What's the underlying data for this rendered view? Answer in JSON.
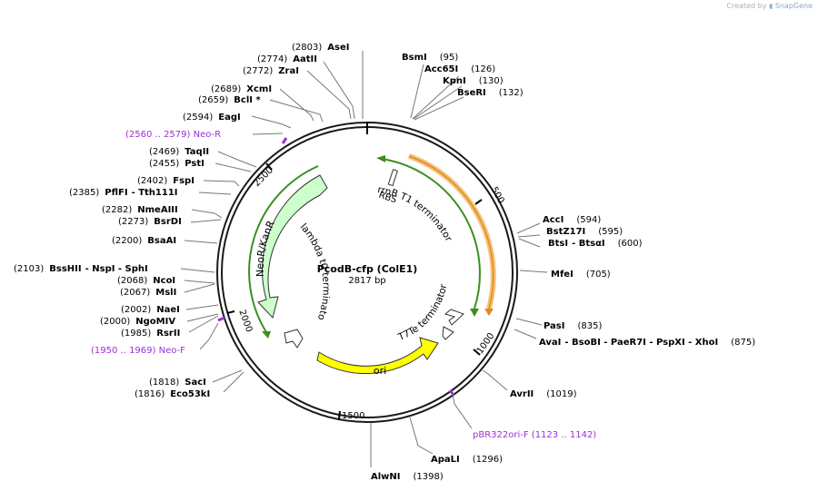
{
  "credit": {
    "created_by": "Created by",
    "brand": "SnapGene"
  },
  "plasmid": {
    "name": "PcodB-cfp  (ColE1)",
    "size": "2817 bp"
  },
  "ticks": [
    "500",
    "1000",
    "1500",
    "2000",
    "2500"
  ],
  "features": {
    "rbs": "RBS",
    "rrnb": "rrnB T1 terminator",
    "t7te": "T7Te terminator",
    "ori": "ori",
    "lambda": "lambda t0 terminator",
    "neor": "NeoR/KanR"
  },
  "sites": [
    {
      "pos": "(2803)",
      "name": "AseI"
    },
    {
      "pos": "(2774)",
      "name": "AatII"
    },
    {
      "pos": "(2772)",
      "name": "ZraI"
    },
    {
      "pos": "(2689)",
      "name": "XcmI"
    },
    {
      "pos": "(2659)",
      "name": "BclI *"
    },
    {
      "pos": "(2594)",
      "name": "EagI"
    },
    {
      "pos": "(2469)",
      "name": "TaqII"
    },
    {
      "pos": "(2455)",
      "name": "PstI"
    },
    {
      "pos": "(2402)",
      "name": "FspI"
    },
    {
      "pos": "(2385)",
      "name": "PflFI",
      "extra": "-  Tth111I"
    },
    {
      "pos": "(2282)",
      "name": "NmeAIII"
    },
    {
      "pos": "(2273)",
      "name": "BsrDI"
    },
    {
      "pos": "(2200)",
      "name": "BsaAI"
    },
    {
      "pos": "(2103)",
      "name": "BssHII",
      "extra": "-  NspI   -  SphI"
    },
    {
      "pos": "(2068)",
      "name": "NcoI"
    },
    {
      "pos": "(2067)",
      "name": "MslI"
    },
    {
      "pos": "(2002)",
      "name": "NaeI"
    },
    {
      "pos": "(2000)",
      "name": "NgoMIV"
    },
    {
      "pos": "(1985)",
      "name": "RsrII"
    },
    {
      "pos": "(1818)",
      "name": "SacI"
    },
    {
      "pos": "(1816)",
      "name": "Eco53kI"
    },
    {
      "pos": "(95)",
      "name": "BsmI"
    },
    {
      "pos": "(126)",
      "name": "Acc65I"
    },
    {
      "pos": "(130)",
      "name": "KpnI"
    },
    {
      "pos": "(132)",
      "name": "BseRI"
    },
    {
      "pos": "(594)",
      "name": "AccI"
    },
    {
      "pos": "(595)",
      "name": "BstZ17I"
    },
    {
      "pos": "(600)",
      "name": "BtsI",
      "extra": "-  BtsαI"
    },
    {
      "pos": "(705)",
      "name": "MfeI"
    },
    {
      "pos": "(835)",
      "name": "PasI"
    },
    {
      "pos": "(875)",
      "name": "AvaI",
      "extra": "-  BsoBI   -  PaeR7I   -  PspXI   -  XhoI"
    },
    {
      "pos": "(1019)",
      "name": "AvrII"
    },
    {
      "pos": "(1296)",
      "name": "ApaLI"
    },
    {
      "pos": "(1398)",
      "name": "AlwNI"
    }
  ],
  "primers": {
    "neo_r": "(2560 .. 2579)   Neo-R",
    "neo_f": "(1950 .. 1969)   Neo-F",
    "pbr": "pBR322ori-F      (1123 .. 1142)"
  },
  "colors": {
    "backbone": "#1a1a1a",
    "primer": "#9b30d9",
    "ori": "#ffff00",
    "neor": "#ccffcc",
    "terminator": "#3a8f1e",
    "rrnb_highlight": "#f5c27a",
    "rrnb_arrow": "#e08a1a"
  }
}
